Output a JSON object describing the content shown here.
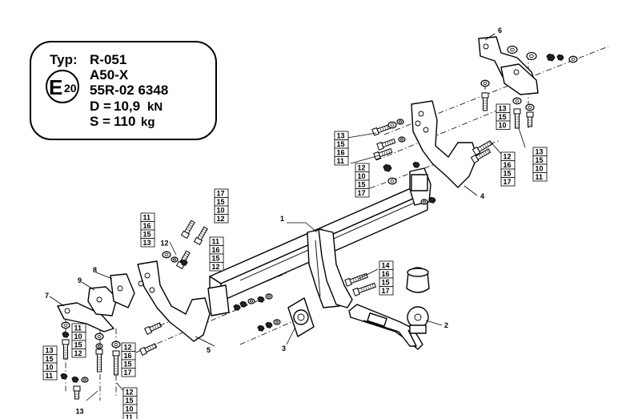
{
  "plate": {
    "typ_label": "Typ:",
    "typ_value": "R-051",
    "class": "A50-X",
    "e_mark": "E",
    "e_number": "20",
    "approval": "55R-02 6348",
    "d_label": "D =",
    "d_value": "10,9",
    "d_unit": "kN",
    "s_label": "S =",
    "s_value": "110",
    "s_unit": "kg"
  },
  "callouts": {
    "c1": "1",
    "c2": "2",
    "c3": "3",
    "c4": "4",
    "c5": "5",
    "c6": "6",
    "c7": "7",
    "c8": "8",
    "c9": "9"
  },
  "stacks": {
    "s_top_mid": [
      "13",
      "15",
      "16",
      "11"
    ],
    "s_top_mid_b": [
      "12",
      "10",
      "15",
      "17"
    ],
    "s_top_right_a": [
      "13",
      "15",
      "10"
    ],
    "s_top_right_b": [
      "13",
      "15",
      "10",
      "11"
    ],
    "s_right_bracket": [
      "12",
      "16",
      "15",
      "17"
    ],
    "s_center_top": [
      "17",
      "15",
      "10",
      "12"
    ],
    "s_center_left": [
      "11",
      "16",
      "15",
      "13"
    ],
    "s_center_small": [
      "12"
    ],
    "s_center_right": [
      "11",
      "16",
      "15",
      "12"
    ],
    "s_ball": [
      "14",
      "16",
      "15",
      "17"
    ],
    "s_left_a": [
      "11",
      "10",
      "15",
      "12"
    ],
    "s_left_b": [
      "13",
      "15",
      "10",
      "11"
    ],
    "s_left_c": [
      "12",
      "16",
      "15",
      "17"
    ],
    "s_bottom": [
      "12",
      "15",
      "10",
      "11"
    ],
    "s_bottom_13": [
      "13"
    ]
  }
}
